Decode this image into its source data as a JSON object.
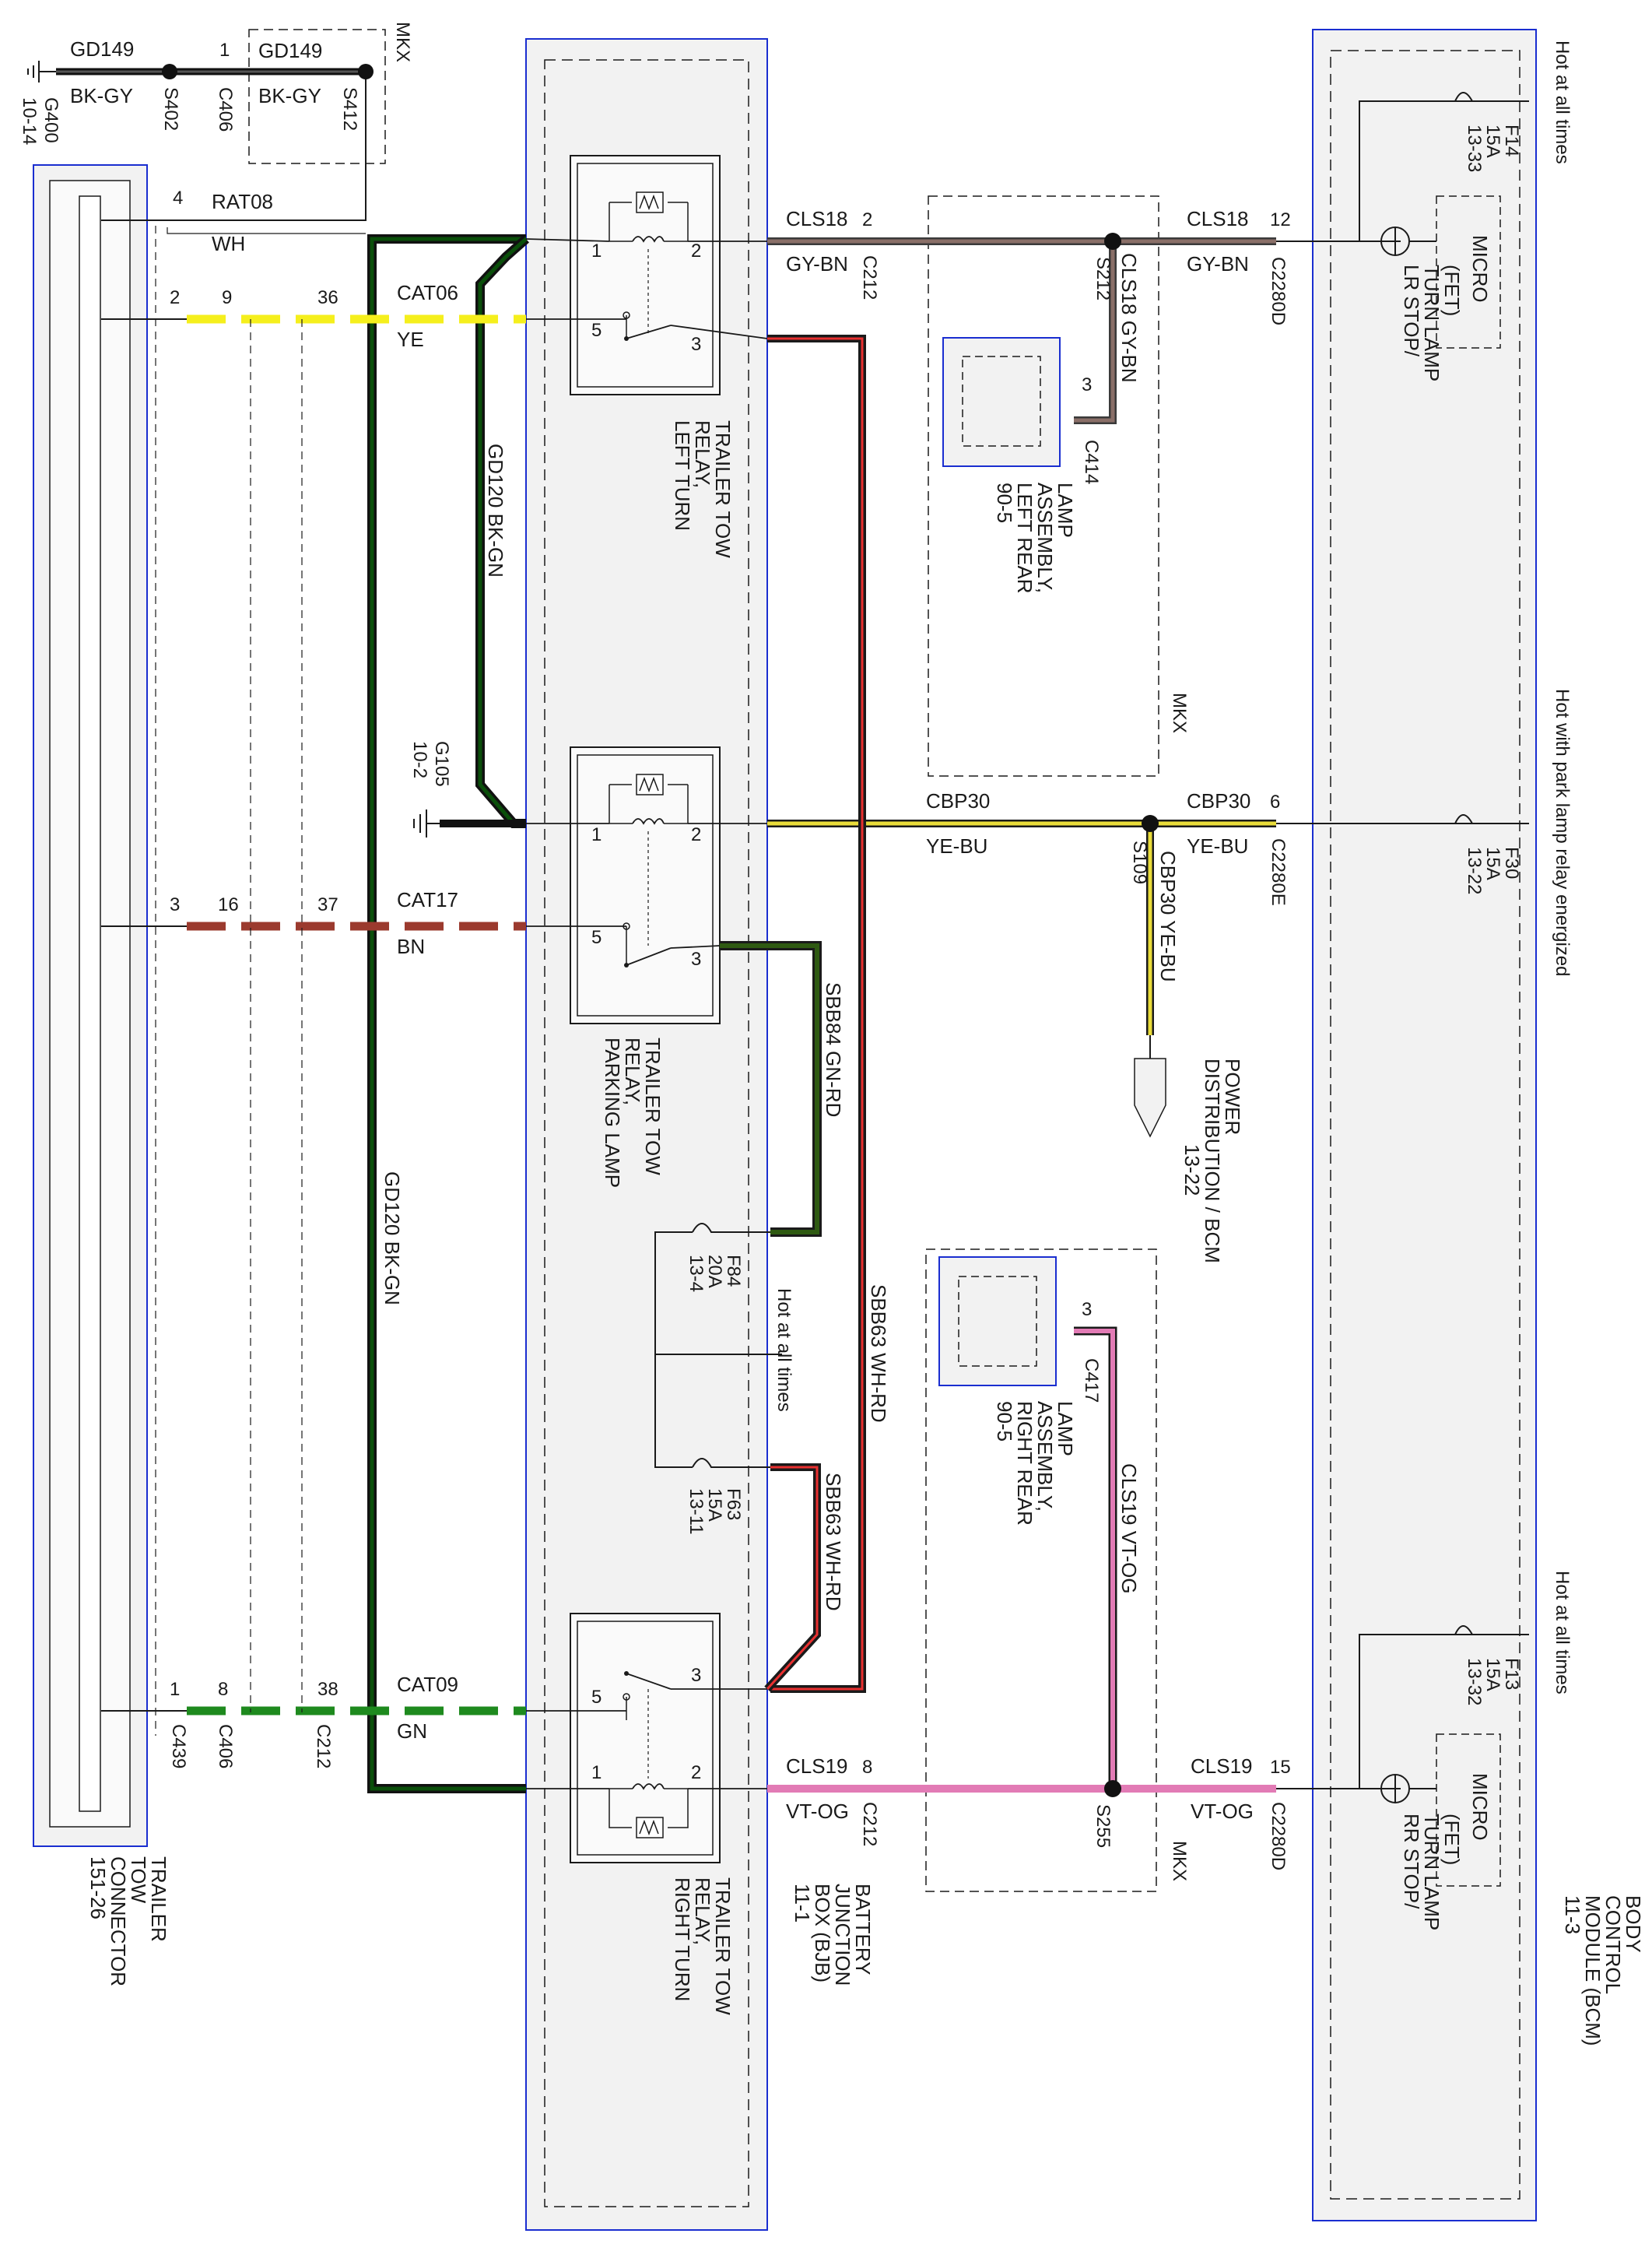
{
  "modules": {
    "connector": {
      "name_lines": [
        "TRAILER",
        "TOW",
        "CONNECTOR",
        "151-26"
      ]
    },
    "bjb": {
      "name_lines": [
        "BATTERY",
        "JUNCTION",
        "BOX (BJB)",
        "11-1"
      ]
    },
    "bcm": {
      "name_lines": [
        "BODY",
        "CONTROL",
        "MODULE (BCM)",
        "11-3"
      ]
    }
  },
  "relays": {
    "left_turn": {
      "name_lines": [
        "TRAILER TOW",
        "RELAY,",
        "LEFT TURN"
      ]
    },
    "parking": {
      "name_lines": [
        "TRAILER TOW",
        "RELAY,",
        "PARKING LAMP"
      ]
    },
    "right_turn": {
      "name_lines": [
        "TRAILER TOW",
        "RELAY,",
        "RIGHT TURN"
      ]
    }
  },
  "pins": {
    "p1": "1",
    "p2": "2",
    "p3": "3",
    "p4": "4",
    "p5": "5",
    "p6": "6",
    "p8": "8",
    "p9": "9",
    "p12": "12",
    "p15": "15",
    "p16": "16",
    "p36": "36",
    "p37": "37",
    "p38": "38"
  },
  "wires": {
    "gd149": {
      "circuit": "GD149",
      "color": "BK-GY"
    },
    "rat08": {
      "circuit": "RAT08",
      "color": "WH"
    },
    "cat06": {
      "circuit": "CAT06",
      "color": "YE"
    },
    "cat17": {
      "circuit": "CAT17",
      "color": "BN"
    },
    "cat09": {
      "circuit": "CAT09",
      "color": "GN"
    },
    "gd120": {
      "label": "GD120  BK-GN"
    },
    "cls18": {
      "circuit": "CLS18",
      "color": "GY-BN",
      "vertical": "CLS18  GY-BN"
    },
    "cbp30": {
      "circuit": "CBP30",
      "color": "YE-BU",
      "vertical": "CBP30  YE-BU"
    },
    "cls19": {
      "circuit": "CLS19",
      "color": "VT-OG",
      "vertical": "CLS19  VT-OG"
    },
    "sbb84": {
      "label": "SBB84  GN-RD"
    },
    "sbb63": {
      "label": "SBB63  WH-RD"
    }
  },
  "connectors": {
    "c406": "C406",
    "c439": "C439",
    "c212": "C212",
    "c2280d": "C2280D",
    "c2280e": "C2280E",
    "c414": "C414",
    "c417": "C417"
  },
  "splices": {
    "s402": "S402",
    "s412": "S412",
    "s212": "S212",
    "s109": "S109",
    "s255": "S255"
  },
  "grounds": {
    "g400": {
      "name": "G400",
      "ref": "10-14"
    },
    "g105": {
      "name": "G105",
      "ref": "10-2"
    }
  },
  "fuses": {
    "f14": {
      "lines": [
        "F14",
        "15A",
        "13-33"
      ]
    },
    "f30": {
      "lines": [
        "F30",
        "15A",
        "13-22"
      ]
    },
    "f13": {
      "lines": [
        "F13",
        "15A",
        "13-32"
      ]
    },
    "f84": {
      "lines": [
        "F84",
        "20A",
        "13-4"
      ]
    },
    "f63": {
      "lines": [
        "F63",
        "15A",
        "13-11"
      ]
    }
  },
  "power": {
    "hot_at_all_times": "Hot at all times",
    "hot_with_park": "Hot with park lamp relay energized"
  },
  "mkx": "MKX",
  "micro": "MICRO",
  "lamps": {
    "lr": {
      "lines": [
        "LR STOP/",
        "TURN LAMP",
        "(FET)"
      ]
    },
    "rr": {
      "lines": [
        "RR STOP/",
        "TURN LAMP",
        "(FET)"
      ]
    },
    "left_rear": {
      "lines": [
        "LAMP",
        "ASSEMBLY,",
        "LEFT REAR",
        "90-5"
      ]
    },
    "right_rear": {
      "lines": [
        "LAMP",
        "ASSEMBLY,",
        "RIGHT REAR",
        "90-5"
      ]
    }
  },
  "power_dist": {
    "lines": [
      "POWER",
      "DISTRIBUTION / BCM",
      "13-22"
    ]
  },
  "colors": {
    "bk_gn": "#0a4f0a",
    "yellow": "#f5ef1c",
    "brown": "#9b3a2e",
    "green": "#1e8a1e",
    "gy_bn": "#8a6f68",
    "ye_bu": "#e9dc3a",
    "pink": "#e27bb5",
    "gn_rd": "#2f5a12",
    "wh_rd": "#e83030",
    "box_stroke": "#1a2ed0",
    "box_fill": "#f2f2f2"
  }
}
